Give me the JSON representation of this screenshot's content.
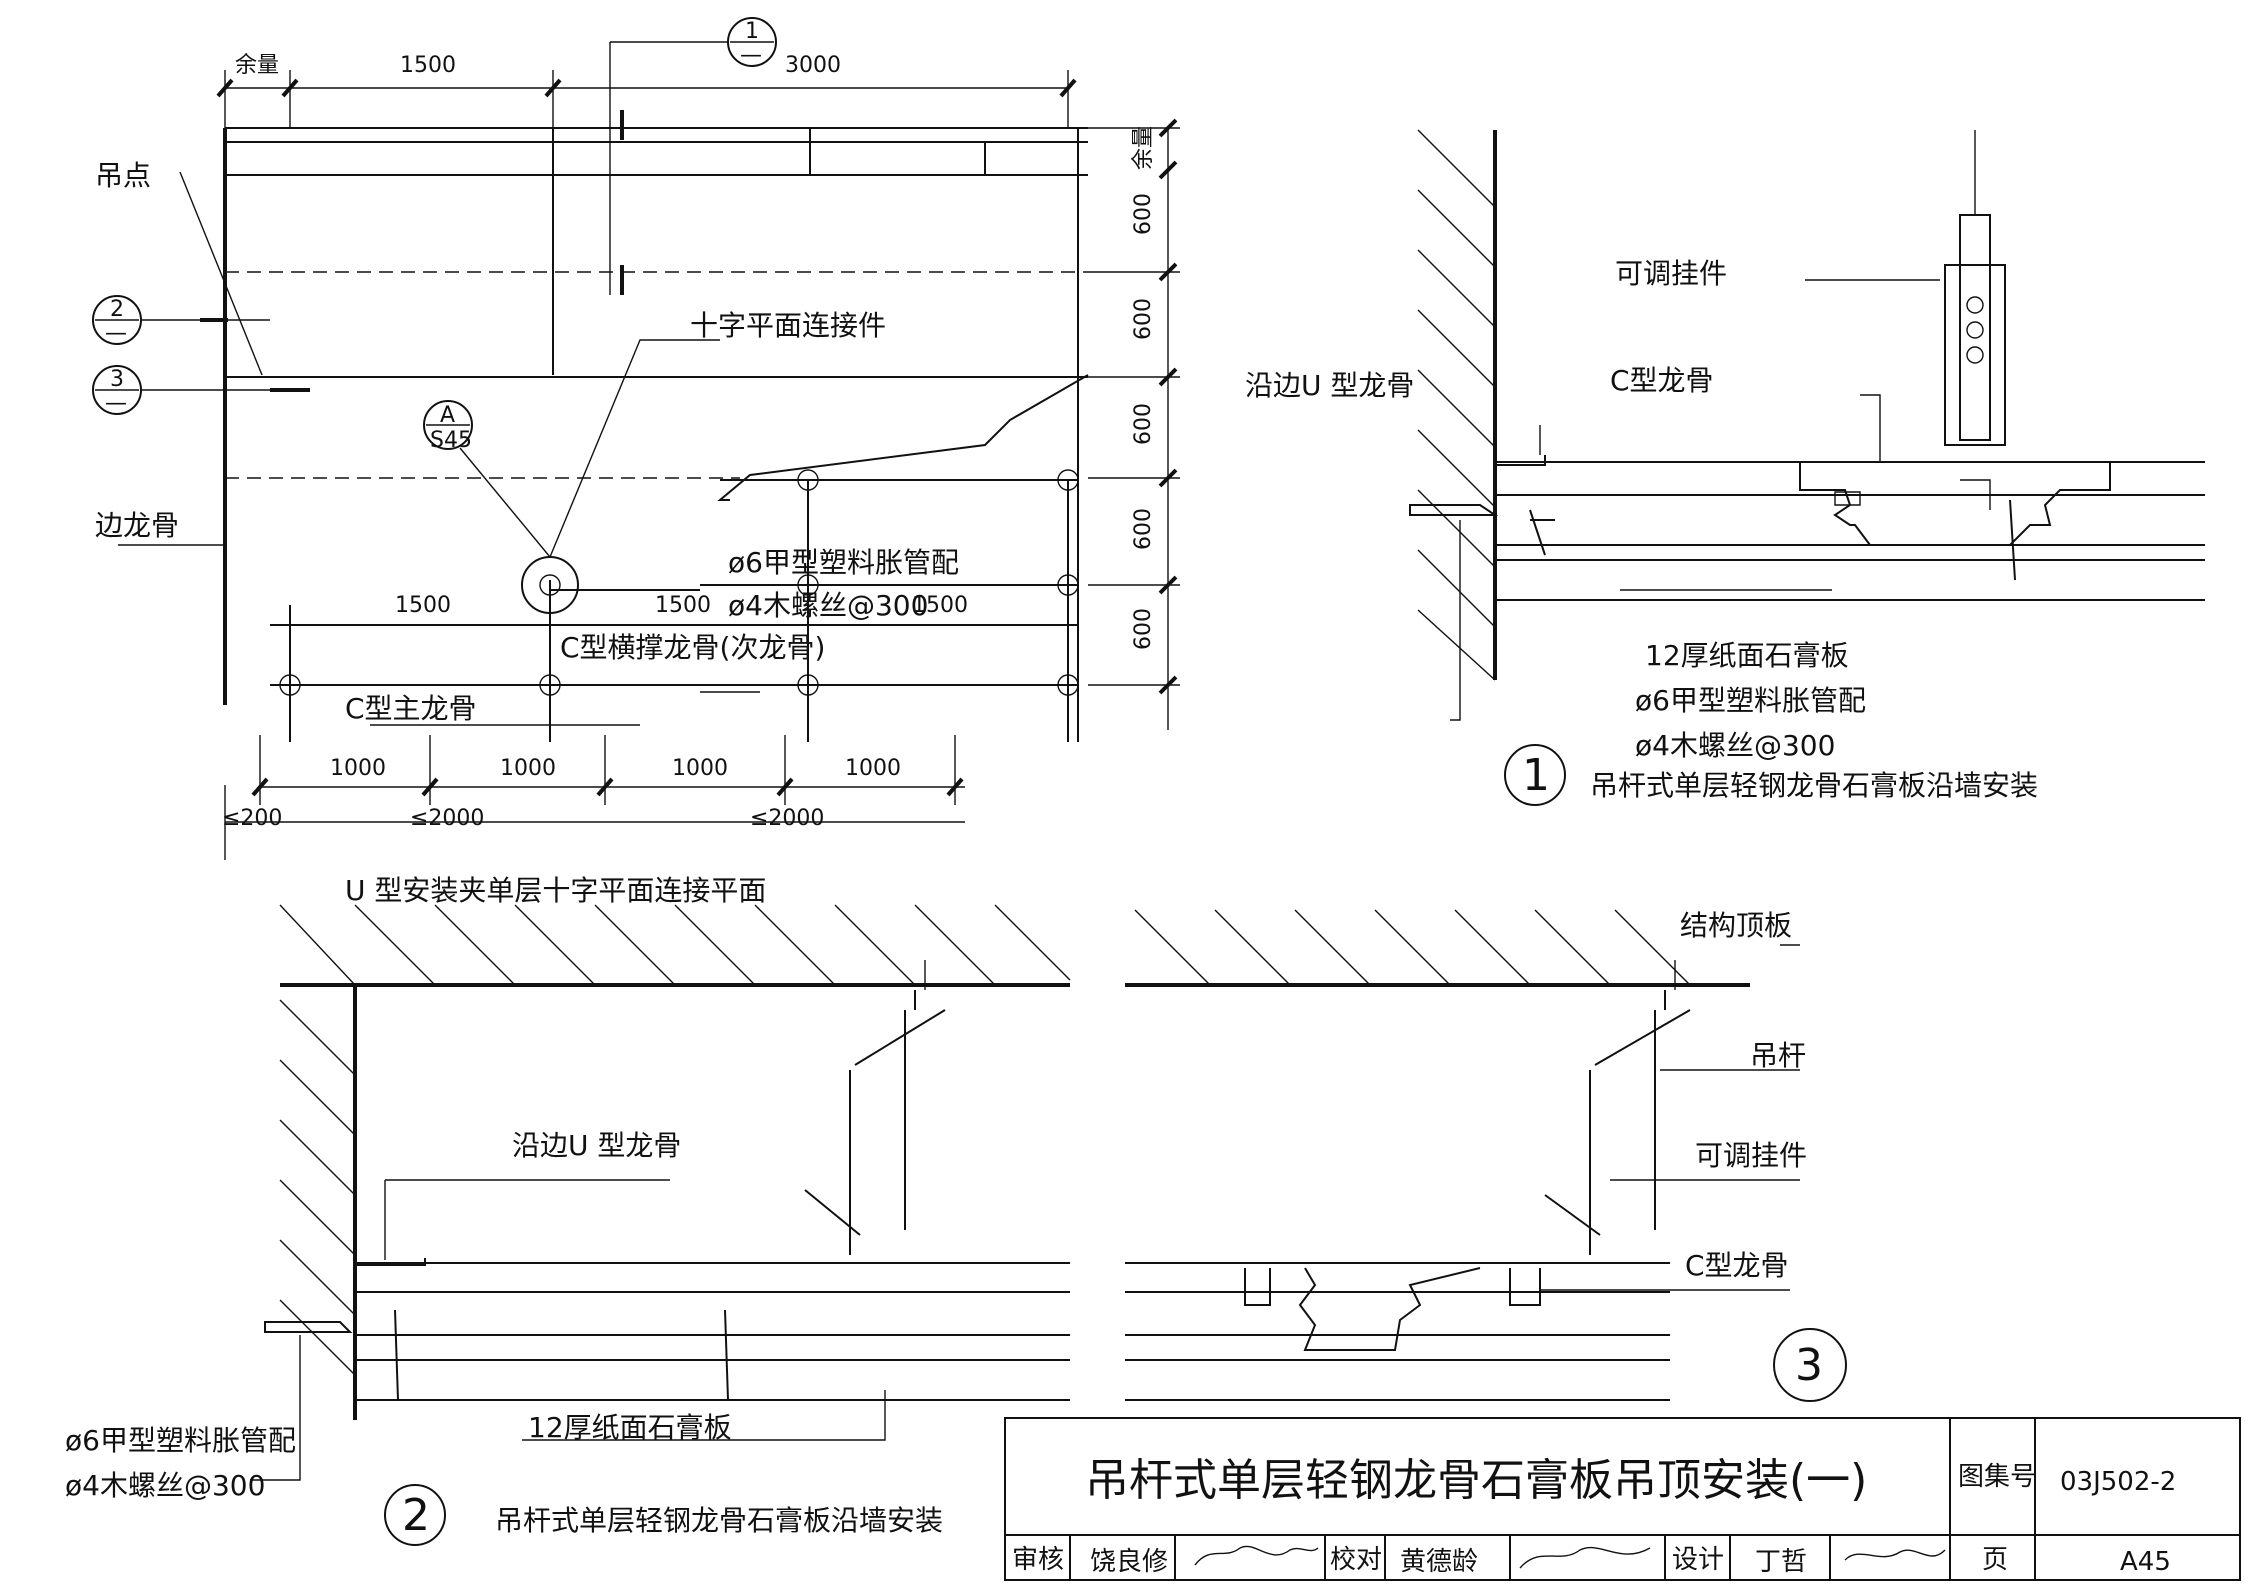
{
  "plan": {
    "dims_top": {
      "margin": "余量",
      "d1500": "1500",
      "d3000": "3000"
    },
    "dims_right": {
      "margin": "余量",
      "d600": "600"
    },
    "labels": {
      "hanging_point": "吊点",
      "edge_keel": "边龙骨",
      "cross_connector": "十字平面连接件",
      "anchor": "ø6甲型塑料胀管配",
      "screw": "ø4木螺丝@300",
      "c_cross_keel": "C型横撑龙骨(次龙骨)",
      "c_main_keel": "C型主龙骨"
    },
    "inner_dims": {
      "left": "1500",
      "mid": "1500",
      "right": "1500"
    },
    "dims_bottom": {
      "d1000": "1000",
      "le200": "≤200",
      "le2000": "≤2000"
    },
    "ref_detail": {
      "top": "A",
      "bottom": "S45"
    },
    "section_marks": {
      "m1_top": "1",
      "m1_bot": "—",
      "m2_top": "2",
      "m2_bot": "—",
      "m3_top": "3",
      "m3_bot": "—"
    },
    "title": "U 型安装夹单层十字平面连接平面"
  },
  "detail1": {
    "number": "1",
    "labels": {
      "adjustable_hanger": "可调挂件",
      "edge_u_keel": "沿边U 型龙骨",
      "c_keel": "C型龙骨",
      "gypsum": "12厚纸面石膏板",
      "anchor": "ø6甲型塑料胀管配",
      "screw": "ø4木螺丝@300"
    },
    "title": "吊杆式单层轻钢龙骨石膏板沿墙安装"
  },
  "detail2": {
    "number": "2",
    "labels": {
      "edge_u_keel": "沿边U 型龙骨",
      "gypsum": "12厚纸面石膏板",
      "anchor": "ø6甲型塑料胀管配",
      "screw": "ø4木螺丝@300"
    },
    "title": "吊杆式单层轻钢龙骨石膏板沿墙安装"
  },
  "detail3": {
    "number": "3",
    "labels": {
      "slab": "结构顶板",
      "rod": "吊杆",
      "adjustable_hanger": "可调挂件",
      "c_keel": "C型龙骨"
    }
  },
  "titleblock": {
    "main_title": "吊杆式单层轻钢龙骨石膏板吊顶安装(一)",
    "atlas_label": "图集号",
    "atlas_no": "03J502-2",
    "review_label": "审核",
    "reviewer": "饶良修",
    "check_label": "校对",
    "checker": "黄德龄",
    "design_label": "设计",
    "designer": "丁哲",
    "page_label": "页",
    "page_no": "A45"
  }
}
